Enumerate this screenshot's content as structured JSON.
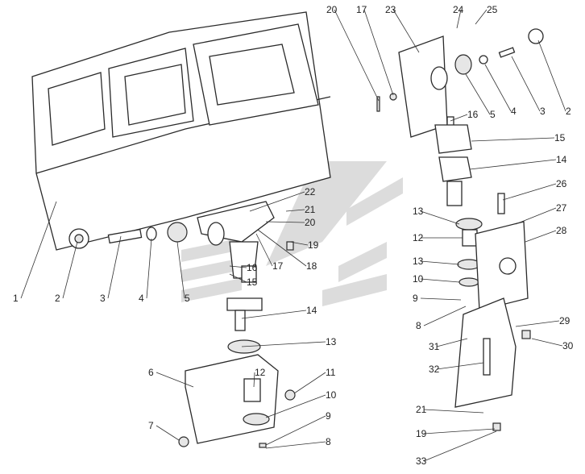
{
  "diagram": {
    "type": "exploded-parts-view",
    "colors": {
      "line": "#2a2a2a",
      "watermark": "#dcdcdc"
    },
    "callouts_left": [
      "1",
      "2",
      "3",
      "4",
      "5",
      "22",
      "21",
      "20",
      "19",
      "18",
      "17",
      "16",
      "15",
      "14",
      "13",
      "12",
      "11",
      "10",
      "9",
      "8",
      "6",
      "7"
    ],
    "callouts_right": [
      "20",
      "17",
      "23",
      "24",
      "25",
      "2",
      "3",
      "4",
      "5",
      "16",
      "15",
      "14",
      "26",
      "27",
      "28",
      "13",
      "12",
      "13",
      "10",
      "9",
      "8",
      "29",
      "30",
      "31",
      "32",
      "21",
      "19",
      "33"
    ]
  }
}
